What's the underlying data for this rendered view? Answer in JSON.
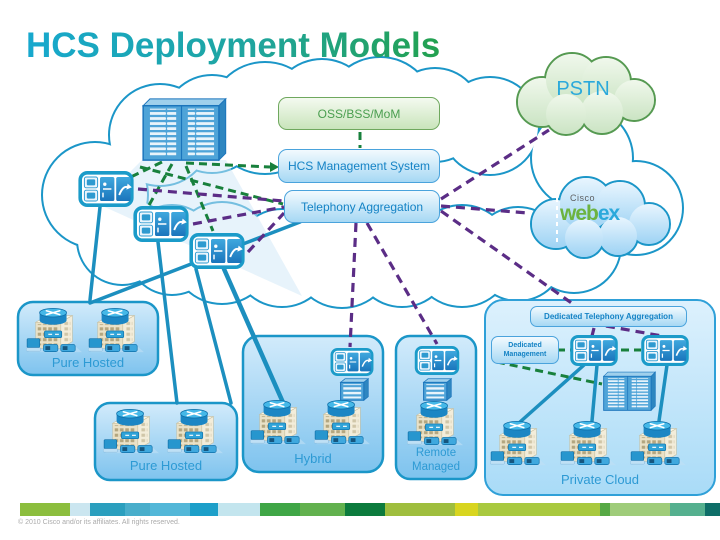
{
  "title": "HCS Deployment Models",
  "clouds": {
    "pstn": "PSTN",
    "webex": {
      "cisco": "Cisco",
      "web": "web",
      "ex": "ex"
    }
  },
  "boxes": {
    "oss_bss_mom": "OSS/BSS/MoM",
    "hcs_management_system": "HCS Management System",
    "telephony_aggregation": "Telephony Aggregation",
    "dedicated_telephony_aggregation": "Dedicated Telephony Aggregation",
    "dedicated_management": "Dedicated Management"
  },
  "zones": {
    "pure_hosted_1": "Pure Hosted",
    "pure_hosted_2": "Pure Hosted",
    "hybrid": "Hybrid",
    "remote_managed": "Remote Managed",
    "private_cloud": "Private Cloud"
  },
  "footer": {
    "copyright": "© 2010 Cisco and/or its affiliates. All rights reserved."
  },
  "icons": {
    "datacenter": "server-rack",
    "site": "building-with-router-and-phones",
    "gateway": "voice-gateway-cluster",
    "cloud": "network-cloud"
  },
  "colors": {
    "title_gradient_start": "#17A8CE",
    "title_gradient_end": "#23A14F",
    "cloud_outline": "#1B96C8",
    "pstn_outline": "#569A52",
    "purple_link": "#5B2D86",
    "green_link": "#18803C",
    "teal_link": "#1C8FBF",
    "label_blue": "#2D9AD4"
  },
  "footer_stripe": [
    {
      "c": "#8CBE3E",
      "w": 50
    },
    {
      "c": "#CBE6F0",
      "w": 20
    },
    {
      "c": "#2B9FBE",
      "w": 35
    },
    {
      "c": "#49AECB",
      "w": 25
    },
    {
      "c": "#53B7D8",
      "w": 40
    },
    {
      "c": "#1D9FC9",
      "w": 28
    },
    {
      "c": "#C3E5EE",
      "w": 42
    },
    {
      "c": "#3FA646",
      "w": 40
    },
    {
      "c": "#62B14E",
      "w": 45
    },
    {
      "c": "#0C7B3D",
      "w": 40
    },
    {
      "c": "#9FBE3E",
      "w": 70
    },
    {
      "c": "#D8D51F",
      "w": 23
    },
    {
      "c": "#A9C93F",
      "w": 122
    },
    {
      "c": "#57A945",
      "w": 10
    },
    {
      "c": "#9FCC7A",
      "w": 60
    },
    {
      "c": "#55B08F",
      "w": 35
    },
    {
      "c": "#0E6E68",
      "w": 15
    }
  ]
}
